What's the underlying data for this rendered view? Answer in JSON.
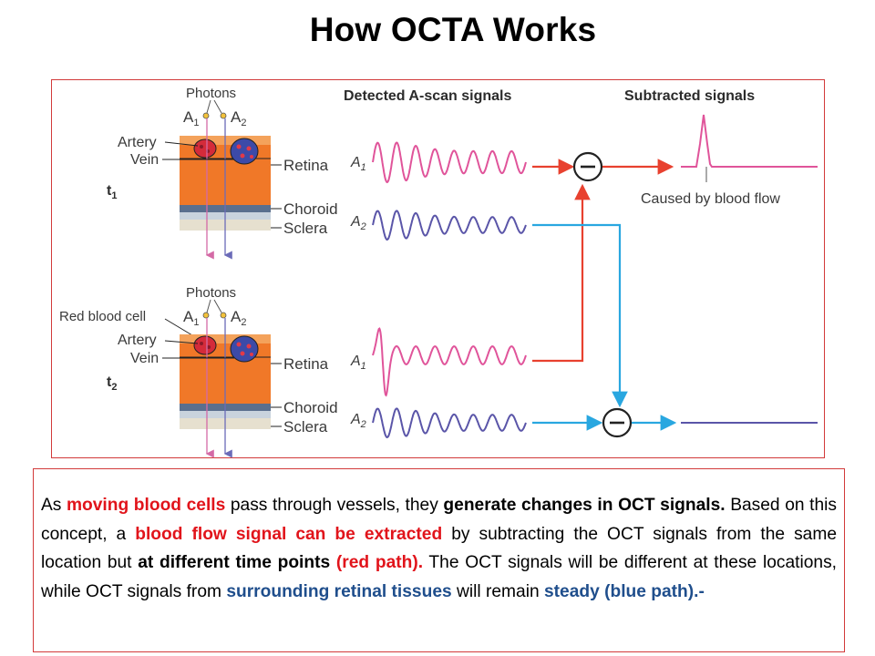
{
  "title": "How OCTA Works",
  "figure": {
    "headers": {
      "detected": "Detected A-scan signals",
      "subtracted": "Subtracted signals"
    },
    "panels": [
      {
        "time_label": "t",
        "time_sub": "1",
        "photons": "Photons",
        "a1": "A",
        "a1_sub": "1",
        "a2": "A",
        "a2_sub": "2",
        "artery": "Artery",
        "vein": "Vein",
        "retina": "Retina",
        "choroid": "Choroid",
        "sclera": "Sclera",
        "sig_a1": "A",
        "sig_a1_sub": "1",
        "sig_a2": "A",
        "sig_a2_sub": "2"
      },
      {
        "time_label": "t",
        "time_sub": "2",
        "photons": "Photons",
        "rbc": "Red blood cell",
        "a1": "A",
        "a1_sub": "1",
        "a2": "A",
        "a2_sub": "2",
        "artery": "Artery",
        "vein": "Vein",
        "retina": "Retina",
        "choroid": "Choroid",
        "sclera": "Sclera",
        "sig_a1": "A",
        "sig_a1_sub": "1",
        "sig_a2": "A",
        "sig_a2_sub": "2"
      }
    ],
    "blood_flow_note": "Caused by blood flow",
    "colors": {
      "red_path": "#e8412f",
      "blue_path": "#29a7e0",
      "pink_wave": "#e0549a",
      "purple_wave": "#5a55a8",
      "tissue": "#f07828"
    }
  },
  "caption": {
    "p1": " As ",
    "p2": "moving blood cells",
    "p3": " pass through vessels, they ",
    "p4": "generate changes in OCT signals.",
    "p5": " Based on this concept, a ",
    "p6": "blood flow signal can be extracted",
    "p7": " by subtracting the OCT signals from the same location but ",
    "p8": "at different time points",
    "p9": " ",
    "p10": "(red path).",
    "p11": " The OCT signals will be different at these locations, while OCT signals from ",
    "p12": "surrounding retinal tissues",
    "p13": " will remain ",
    "p14": "steady (blue path).-"
  }
}
